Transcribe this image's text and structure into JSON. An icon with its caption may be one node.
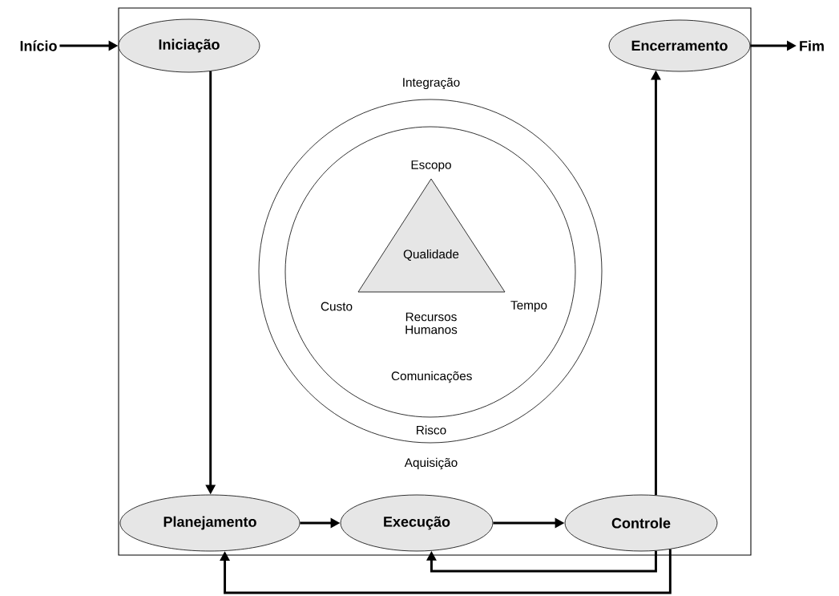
{
  "diagram": {
    "nodes": [
      {
        "text": [
          "Início"
        ]
      },
      {
        "text": [
          "Iniciação"
        ]
      },
      {
        "text": [
          "Encerramento"
        ]
      },
      {
        "text": [
          "Fim"
        ]
      },
      {
        "text": [
          "Planejamento"
        ]
      },
      {
        "text": [
          "Execução"
        ]
      },
      {
        "text": [
          "Controle"
        ]
      },
      {
        "text": [
          "Integração",
          "Risco"
        ],
        "beside": [
          "Aquisição"
        ]
      },
      {
        "text": [
          "Recursos Humanos",
          "Comunicações"
        ],
        "in": 7
      },
      {
        "text": [
          "Qualidade"
        ],
        "beside": [
          "Escopo",
          "Custo",
          "Tempo"
        ],
        "in": 8
      }
    ],
    "edges": [
      {
        "from": 0,
        "to": 1,
        "arrow": "to"
      },
      {
        "from": 1,
        "to": 4,
        "arrow": "to"
      },
      {
        "from": 4,
        "to": 5,
        "arrow": "to"
      },
      {
        "from": 5,
        "to": 6,
        "arrow": "to"
      },
      {
        "from": 6,
        "to": 2,
        "arrow": "to"
      },
      {
        "from": 2,
        "to": 3,
        "arrow": "to"
      },
      {
        "from": 6,
        "to": 5,
        "arrow": "to"
      },
      {
        "from": 6,
        "to": 4,
        "arrow": "to"
      }
    ]
  }
}
